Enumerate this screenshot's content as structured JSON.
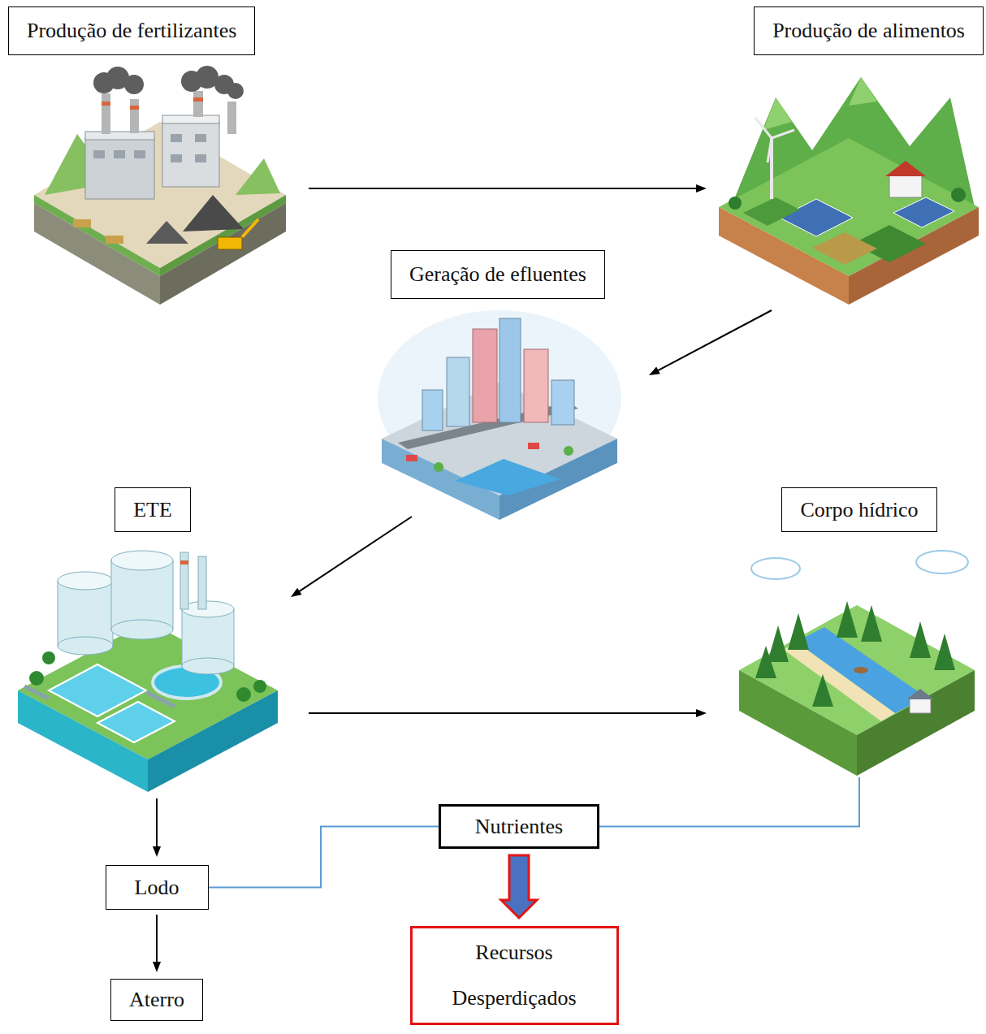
{
  "diagram": {
    "nodes": [
      {
        "text": [
          "Produção de fertilizantes"
        ]
      },
      {
        "text": [
          "Produção de alimentos"
        ]
      },
      {
        "text": [
          "Geração de efluentes"
        ]
      },
      {
        "text": [
          "ETE"
        ]
      },
      {
        "text": [
          "Corpo hídrico"
        ]
      },
      {
        "text": [
          "Nutrientes"
        ]
      },
      {
        "text": [
          "Lodo"
        ]
      },
      {
        "text": [
          "Recursos Desperdiçados"
        ]
      },
      {
        "text": [
          "Aterro"
        ]
      }
    ],
    "edges": [
      {
        "from": 0,
        "to": 1,
        "arrow": "to"
      },
      {
        "from": 1,
        "to": 2,
        "arrow": "to"
      },
      {
        "from": 2,
        "to": 3,
        "arrow": "to"
      },
      {
        "from": 3,
        "to": 4,
        "arrow": "to"
      },
      {
        "from": 3,
        "to": 6,
        "arrow": "to"
      },
      {
        "from": 6,
        "to": 8,
        "arrow": "to"
      },
      {
        "from": 6,
        "to": 5,
        "arrow": "none"
      },
      {
        "from": 4,
        "to": 5,
        "arrow": "none"
      },
      {
        "from": 5,
        "to": 7,
        "arrow": "to"
      }
    ]
  }
}
